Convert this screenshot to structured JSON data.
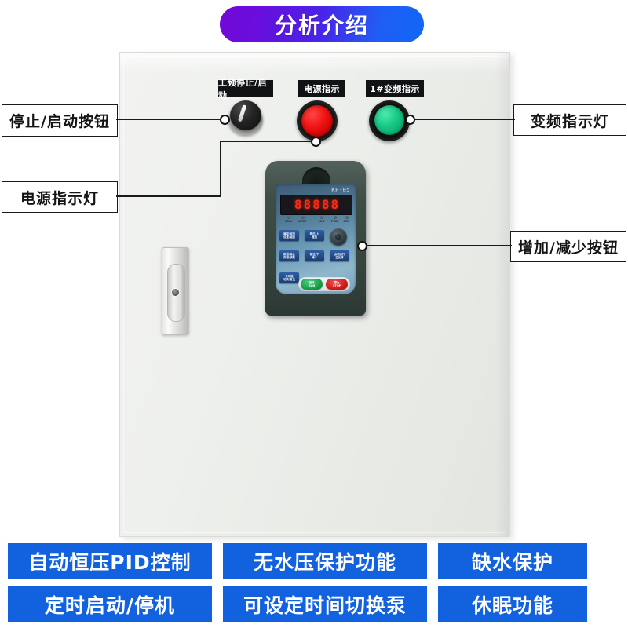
{
  "header": {
    "title": "分析介绍"
  },
  "cabinet": {
    "plates": [
      {
        "id": "knob",
        "label": "工频停止/启动"
      },
      {
        "id": "power",
        "label": "电源指示"
      },
      {
        "id": "vfd",
        "label": "1#变频指示"
      }
    ],
    "controls": {
      "knob_name": "工频停止/启动旋钮",
      "red_lamp_name": "电源指示灯",
      "green_lamp_name": "1#变频指示灯",
      "door_lock_name": "柜门锁"
    },
    "vfd": {
      "model": "KP-05",
      "display_digits": [
        "8",
        "8",
        "8",
        "8",
        "8"
      ],
      "status_leds": [
        "RUN",
        "STOP",
        "JOG",
        "FWD",
        "REV"
      ],
      "keys": [
        {
          "line1": "编程/运行",
          "line2": "设置/返回"
        },
        {
          "line1": "移位/上",
          "line2": "增加"
        },
        {
          "line1": "数据/确认",
          "line2": "存储/读取"
        },
        {
          "line1": "移位/下",
          "line2": "减少"
        },
        {
          "line1": "点动运行",
          "line2": "正反转"
        },
        {
          "line1": "多功能",
          "line2": "切换/复位"
        }
      ],
      "run_button": {
        "line1": "运行",
        "line2": "RUN"
      },
      "stop_button": {
        "line1": "停止",
        "line2": "STOP"
      }
    }
  },
  "callouts": [
    {
      "id": "stopstart",
      "label": "停止/启动按钮"
    },
    {
      "id": "powerlamp",
      "label": "电源指示灯"
    },
    {
      "id": "vfdlamp",
      "label": "变频指示灯"
    },
    {
      "id": "updown",
      "label": "增加/减少按钮"
    }
  ],
  "features": [
    {
      "label": "自动恒压PID控制"
    },
    {
      "label": "无水压保护功能"
    },
    {
      "label": "缺水保护"
    },
    {
      "label": "定时启动/停机"
    },
    {
      "label": "可设定时间切换泵"
    },
    {
      "label": "休眠功能"
    }
  ],
  "colors": {
    "banner_start": "#7209d6",
    "banner_end": "#1166f7",
    "badge_blue": "#1262e0",
    "lamp_red": "#f01414",
    "lamp_green": "#16c785",
    "cabinet_body": "#eef0ed",
    "vfd_body": "#3e4d46",
    "vfd_face": "#6d9cb6",
    "led_red": "#ff2a14"
  }
}
